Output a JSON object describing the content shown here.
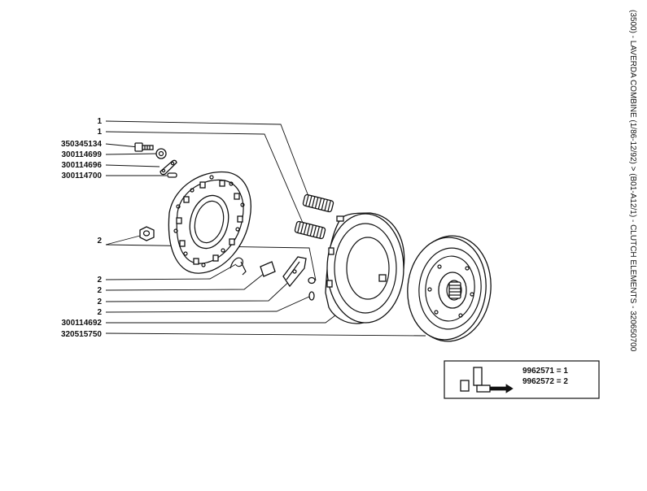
{
  "side_title": "(3500) - LAVERDA COMBINE (1/86-12/92) > (B01-A12/1) - CLUTCH ELEMENTS - 320650700",
  "labels": [
    {
      "text": "1"
    },
    {
      "text": "1"
    },
    {
      "text": "350345134"
    },
    {
      "text": "300114699"
    },
    {
      "text": "300114696"
    },
    {
      "text": "300114700"
    },
    {
      "text": "2"
    },
    {
      "text": "2"
    },
    {
      "text": "2"
    },
    {
      "text": "2"
    },
    {
      "text": "2"
    },
    {
      "text": "300114692"
    },
    {
      "text": "320515750"
    }
  ],
  "tool_box": {
    "line1": "9962571 = 1",
    "line2": "9962572 = 2"
  }
}
